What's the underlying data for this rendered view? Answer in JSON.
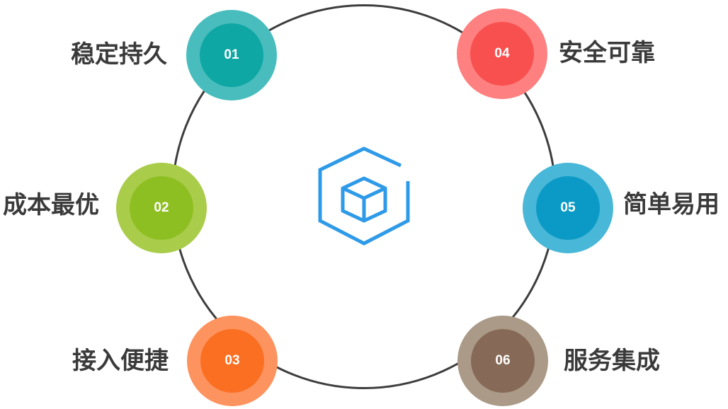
{
  "center": {
    "icon": "cube-icon",
    "color": "#2e9ae8"
  },
  "nodes": [
    {
      "number": "01",
      "label": "稳定持久",
      "outer": "#49bdbd",
      "inner": "#0fa7a4"
    },
    {
      "number": "02",
      "label": "成本最优",
      "outer": "#a9cc4a",
      "inner": "#8ebf22"
    },
    {
      "number": "03",
      "label": "接入便捷",
      "outer": "#fd935e",
      "inner": "#fb6f23"
    },
    {
      "number": "04",
      "label": "安全可靠",
      "outer": "#fe8080",
      "inner": "#f8504f"
    },
    {
      "number": "05",
      "label": "简单易用",
      "outer": "#49b7d7",
      "inner": "#0b9ac6"
    },
    {
      "number": "06",
      "label": "服务集成",
      "outer": "#ab9a88",
      "inner": "#866a57"
    }
  ]
}
